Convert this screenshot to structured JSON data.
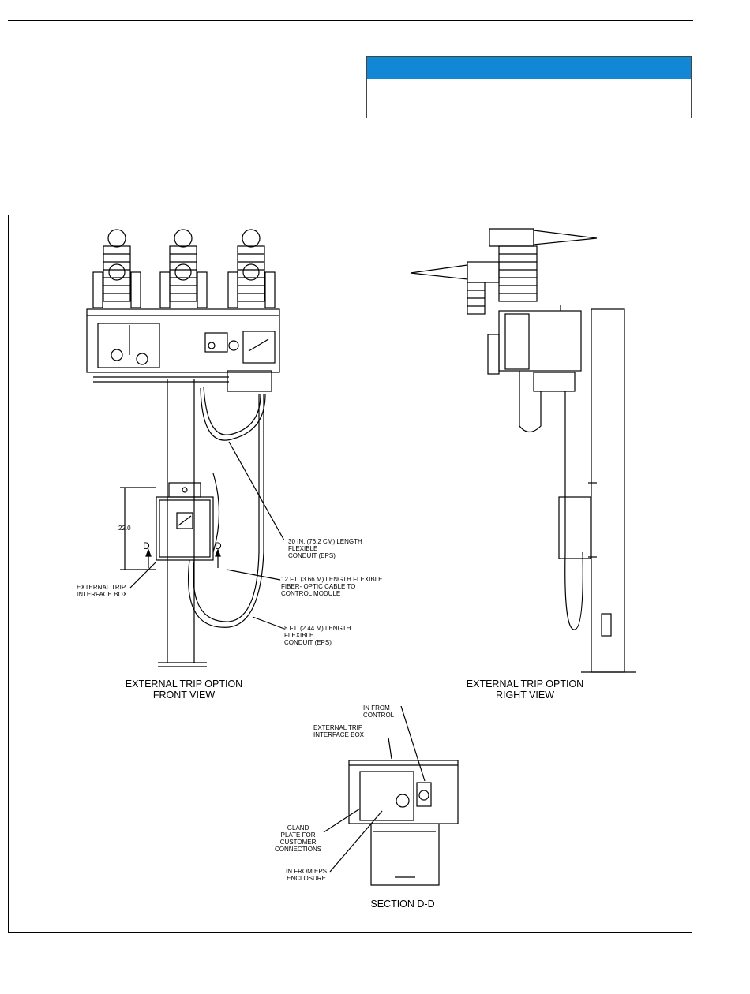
{
  "figure": {
    "front_view": {
      "caption": "EXTERNAL TRIP OPTION\nFRONT VIEW",
      "dimension": "22.0",
      "section_marker_left": "D",
      "section_marker_right": "D",
      "callouts": {
        "conduit_30": "30 IN. (76.2 CM) LENGTH\nFLEXIBLE\nCONDUIT (EPS)",
        "fiber_cable": "12 FT. (3.66 M) LENGTH FLEXIBLE\nFIBER- OPTIC CABLE TO\nCONTROL MODULE",
        "conduit_8ft": "8 FT. (2.44 M) LENGTH\nFLEXIBLE\nCONDUIT (EPS)",
        "interface_box": "EXTERNAL TRIP\nINTERFACE BOX"
      }
    },
    "right_view": {
      "caption": "EXTERNAL TRIP OPTION\nRIGHT VIEW"
    },
    "section_dd": {
      "caption": "SECTION D-D",
      "callouts": {
        "in_from_control": "IN FROM\nCONTROL",
        "interface_box": "EXTERNAL TRIP\nINTERFACE BOX",
        "gland_plate": "GLAND\nPLATE FOR\nCUSTOMER\nCONNECTIONS",
        "in_from_eps": "IN FROM EPS\nENCLOSURE"
      }
    }
  },
  "colors": {
    "notice_header": "#1187d6",
    "line": "#000000"
  }
}
